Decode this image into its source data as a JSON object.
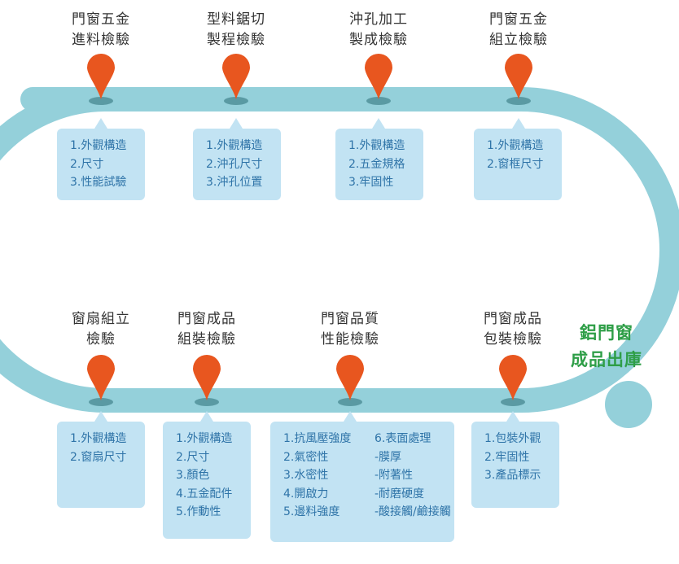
{
  "stages": [
    {
      "title": "門窗五金\n進料檢驗",
      "items": [
        "1.外觀構造",
        "2.尺寸",
        "3.性能試驗"
      ]
    },
    {
      "title": "型料鋸切\n製程檢驗",
      "items": [
        "1.外觀構造",
        "2.沖孔尺寸",
        "3.沖孔位置"
      ]
    },
    {
      "title": "沖孔加工\n製成檢驗",
      "items": [
        "1.外觀構造",
        "2.五金規格",
        "3.牢固性"
      ]
    },
    {
      "title": "門窗五金\n組立檢驗",
      "items": [
        "1.外觀構造",
        "2.窗框尺寸"
      ]
    },
    {
      "title": "窗扇組立\n檢驗",
      "items": [
        "1.外觀構造",
        "2.窗扇尺寸"
      ]
    },
    {
      "title": "門窗成品\n組裝檢驗",
      "items": [
        "1.外觀構造",
        "2.尺寸",
        "3.顏色",
        "4.五金配件",
        "5.作動性"
      ]
    },
    {
      "title": "門窗品質\n性能檢驗",
      "items": [
        "1.抗風壓強度",
        "2.氣密性",
        "3.水密性",
        "4.開啟力",
        "5.邊料強度"
      ],
      "items_col2": [
        "6.表面處理",
        "-膜厚",
        "-附著性",
        "-耐磨硬度",
        "-酸接觸/鹼接觸"
      ]
    },
    {
      "title": "門窗成品\n包裝檢驗",
      "items": [
        "1.包裝外觀",
        "2.牢固性",
        "3.產品標示"
      ]
    }
  ],
  "final": {
    "label": "鋁門窗\n成品出庫"
  },
  "colors": {
    "track": "#94d0da",
    "pin": "#e8561f",
    "pin_shadow": "#5a9aa3",
    "box_bg": "#c2e3f3",
    "box_text": "#2f74a8",
    "title": "#333333",
    "final": "#2e9e47"
  }
}
